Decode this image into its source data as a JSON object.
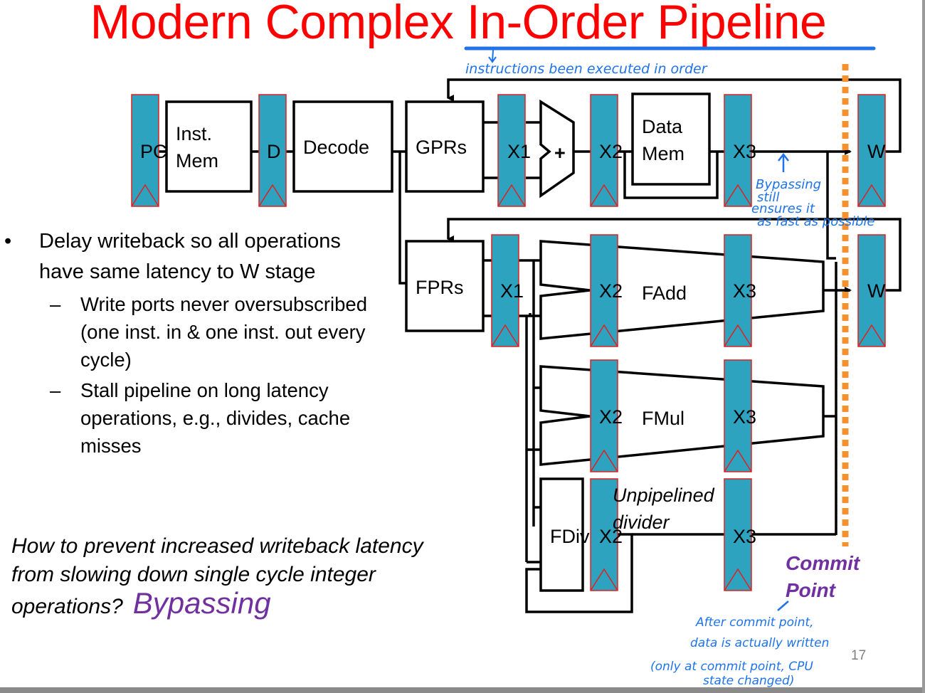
{
  "slide": {
    "title": "Modern Complex In-Order Pipeline",
    "page_number": "17"
  },
  "diagram": {
    "integer_pipe": {
      "pc_latch": "PC",
      "inst_mem": [
        "Inst.",
        "Mem"
      ],
      "d_latch": "D",
      "decode": "Decode",
      "gprs": "GPRs",
      "x1": "X1",
      "adder": "+",
      "x2": "X2",
      "data_mem": [
        "Data",
        "Mem"
      ],
      "x3": "X3",
      "w": "W"
    },
    "fp_pipe": {
      "fprs": "FPRs",
      "x1": "X1",
      "fadd": {
        "x2": "X2",
        "label": "FAdd",
        "x3": "X3",
        "w": "W"
      },
      "fmul": {
        "x2": "X2",
        "label": "FMul",
        "x3": "X3"
      },
      "fdiv": {
        "label": "FDiv",
        "x2": "X2",
        "x3": "X3",
        "note": [
          "Unpipelined",
          "divider"
        ]
      }
    },
    "commit_point": [
      "Commit",
      "Point"
    ],
    "colors": {
      "latch_fill": "#2ea3bf",
      "latch_border": "#e02020",
      "commit_line": "#f5922f",
      "commit_text": "#7030a0",
      "annotation": "#1e73e8",
      "title": "#ff0000"
    }
  },
  "annotations": {
    "in_order_note": "instructions been executed in order",
    "bypass_note": [
      "Bypassing",
      "still",
      "ensures it",
      "as fast as possible"
    ],
    "commit_note": [
      "After commit point,",
      "data is actually written",
      "(only at commit point, CPU",
      "state changed)"
    ]
  },
  "bullets": {
    "main": [
      "Delay writeback so all operations",
      "have same latency to W stage"
    ],
    "sub": [
      {
        "lines": [
          "Write ports never oversubscribed",
          "(one inst. in & one inst. out every",
          "cycle)"
        ]
      },
      {
        "lines": [
          "Stall pipeline on long latency",
          "operations, e.g., divides, cache",
          "misses"
        ]
      }
    ],
    "bullet_glyph": "•",
    "dash_glyph": "–"
  },
  "question": {
    "lines": [
      "How to prevent increased writeback latency",
      "from slowing down single cycle integer",
      "operations?"
    ],
    "answer": "Bypassing"
  }
}
